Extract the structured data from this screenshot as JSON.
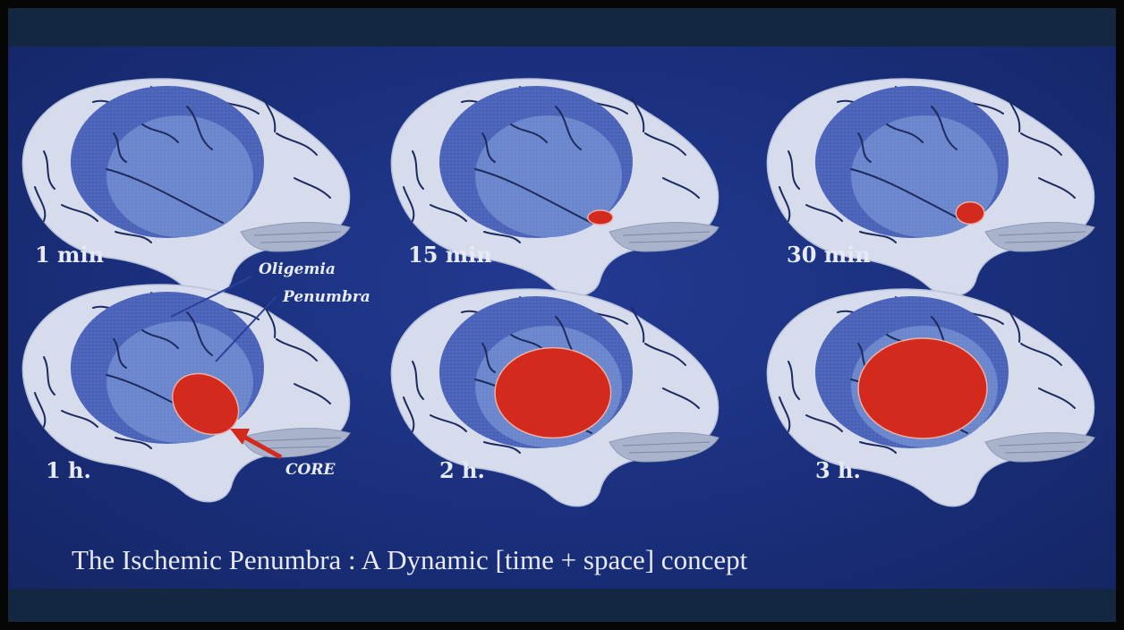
{
  "panels": [
    {
      "time": "1 min",
      "core": 0
    },
    {
      "time": "15 min",
      "core": 0.12
    },
    {
      "time": "30 min",
      "core": 0.22
    },
    {
      "time": "1 h.",
      "core": 0.55
    },
    {
      "time": "2 h.",
      "core": 0.9
    },
    {
      "time": "3 h.",
      "core": 1.0
    }
  ],
  "annotations": {
    "oligemia": "Oligemia",
    "penumbra": "Penumbra",
    "core": "CORE"
  },
  "caption": "The Ischemic Penumbra : A Dynamic [time + space] concept",
  "colors": {
    "background": "#1a2f7c",
    "brain": "#d6dcec",
    "oligemia": "#4a63b8",
    "penumbra": "#6a86cc",
    "core": "#d42a1e",
    "label": "#e6eaf6"
  }
}
